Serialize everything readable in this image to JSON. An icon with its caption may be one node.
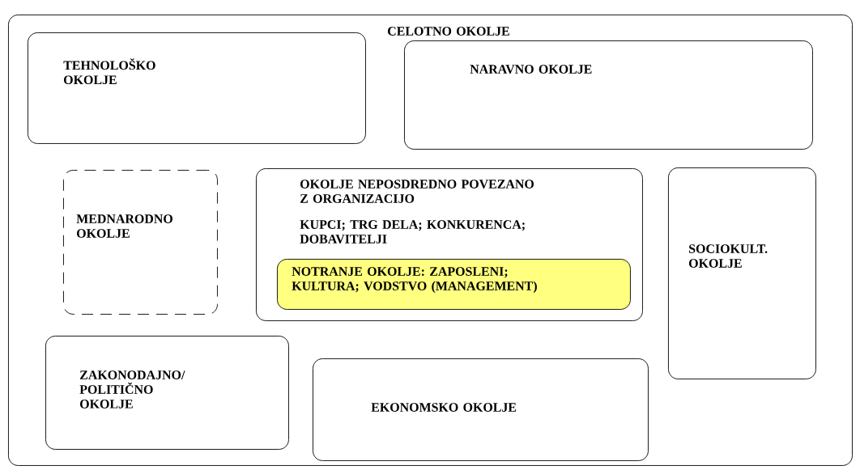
{
  "diagram": {
    "nodes": [
      {
        "text": [
          "CELOTNO OKOLJE"
        ]
      },
      {
        "text": [
          "TEHNOLOŠKO OKOLJE"
        ],
        "in": 0
      },
      {
        "text": [
          "NARAVNO OKOLJE"
        ],
        "in": 0
      },
      {
        "text": [
          "MEDNARODNO OKOLJE"
        ],
        "in": 0
      },
      {
        "text": [
          "OKOLJE NEPOSDREDNO POVEZANO Z ORGANIZACIJO",
          "KUPCI; TRG DELA; KONKURENCA; DOBAVITELJI"
        ],
        "in": 0
      },
      {
        "text": [
          "NOTRANJE OKOLJE: ZAPOSLENI; KULTURA; VODSTVO (MANAGEMENT)"
        ],
        "in": 4
      },
      {
        "text": [
          "SOCIOKULT. OKOLJE"
        ],
        "in": 0
      },
      {
        "text": [
          "ZAKONODAJNO/ POLITIČNO OKOLJE"
        ],
        "in": 0
      },
      {
        "text": [
          "EKONOMSKO OKOLJE"
        ],
        "in": 0
      }
    ]
  }
}
